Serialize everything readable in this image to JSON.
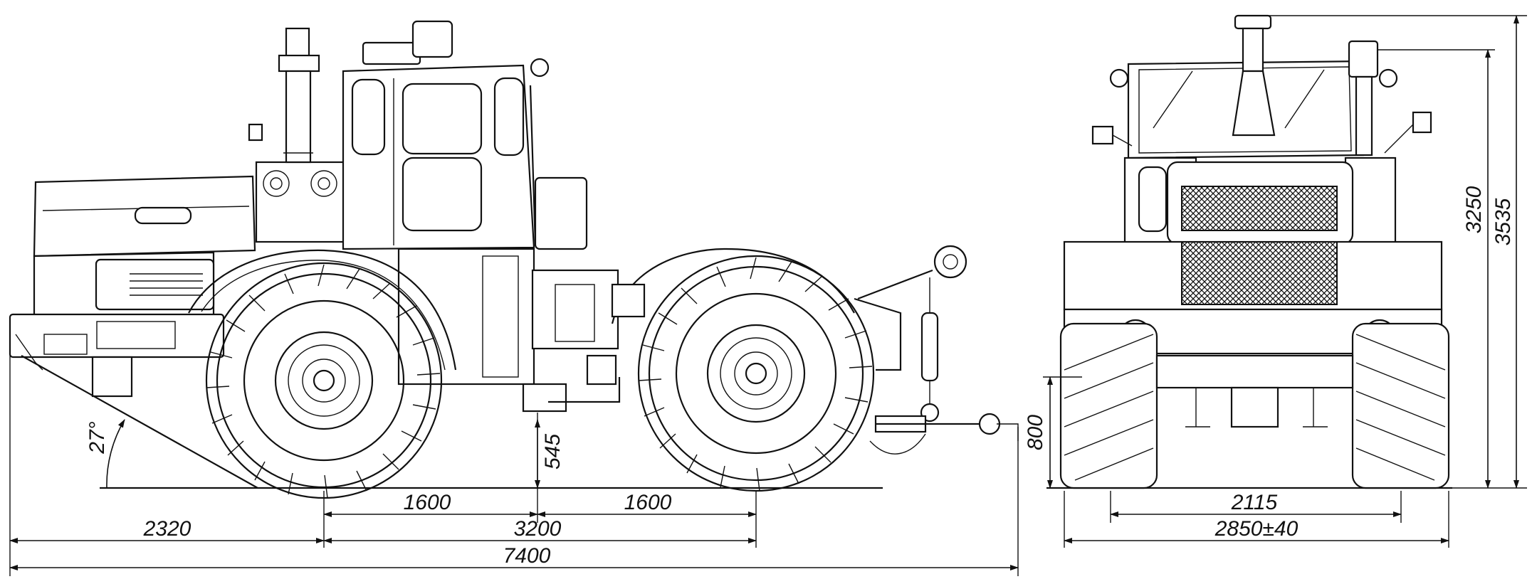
{
  "dimensions": {
    "axle_front_to_mid": "1600",
    "axle_mid_to_rear": "1600",
    "wheelbase": "3200",
    "front_overhang": "2320",
    "overall_length": "7400",
    "hitch_height": "545",
    "approach_angle": "27°",
    "track_width": "2115",
    "overall_width": "2850±40",
    "cab_height": "3250",
    "overall_height": "3535",
    "drawbar_height": "800"
  },
  "icons": {
    "side_view": "tractor-side-view-drawing",
    "front_view": "tractor-front-view-drawing"
  }
}
